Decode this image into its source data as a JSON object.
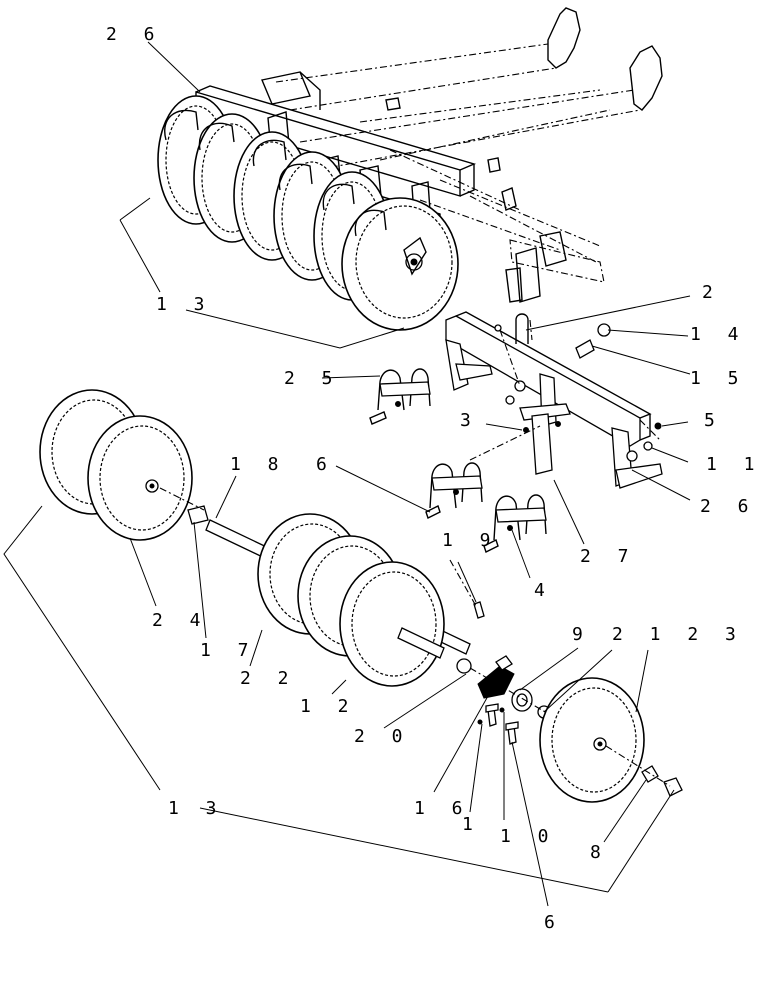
{
  "callouts": {
    "c26_top": "2 6",
    "c13_top": "1 3",
    "c2": "2",
    "c14": "1 4",
    "c15": "1 5",
    "c25": "2 5",
    "c3": "3",
    "c5": "5",
    "c11": "1 1",
    "c26_right": "2 6",
    "c6_mid": "6",
    "c18": "1 8",
    "c27": "2 7",
    "c19": "1 9",
    "c4": "4",
    "c24": "2 4",
    "c17": "1 7",
    "c22": "2 2",
    "c12": "1 2",
    "c9": "9",
    "c21_23": "2 1 2 3",
    "c20": "2 0",
    "c16": "1 6",
    "c1": "1",
    "c10": "1 0",
    "c8": "8",
    "c6_bottom": "6",
    "c13_bottom": "1 3"
  }
}
